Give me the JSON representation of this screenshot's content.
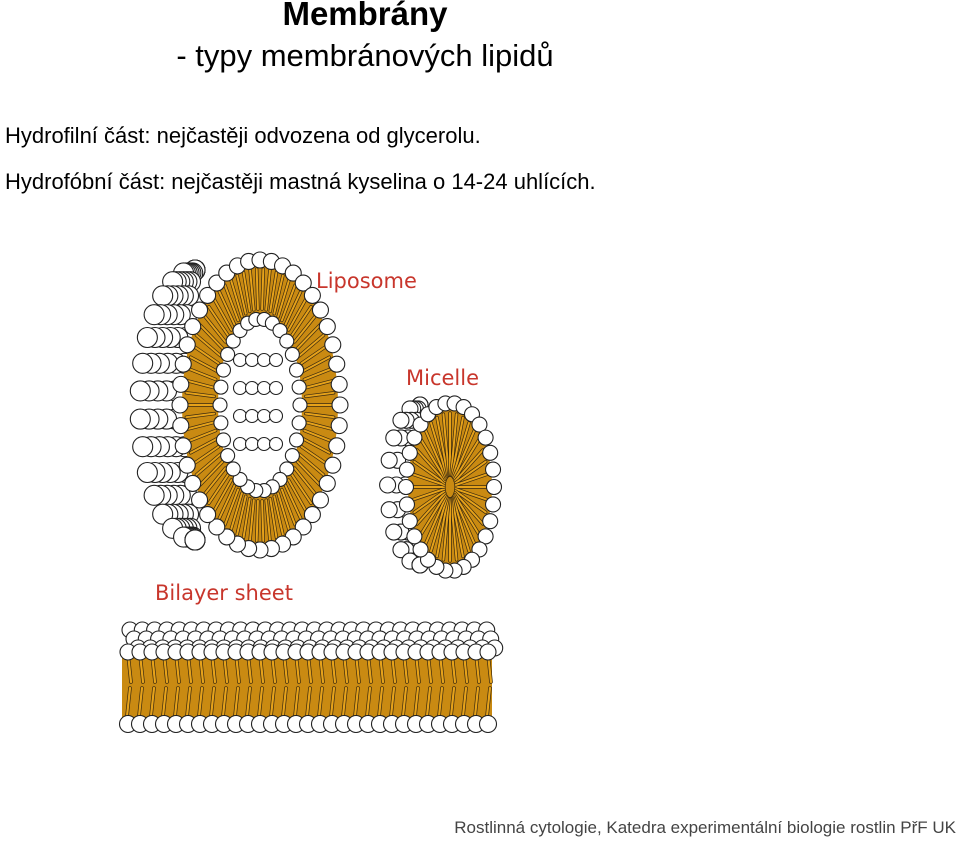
{
  "slide": {
    "title": "Membrány",
    "subtitle": "- typy membránových lipidů",
    "lines": [
      "Hydrofilní část: nejčastěji odvozena od glycerolu.",
      "Hydrofóbní část: nejčastěji mastná kyselina o 14-24 uhlících."
    ],
    "footer": "Rostlinná cytologie, Katedra experimentální biologie rostlin PřF UK"
  },
  "figure": {
    "labels": {
      "liposome": "Liposome",
      "micelle": "Micelle",
      "bilayer": "Bilayer sheet"
    },
    "colors": {
      "label": "#c8362c",
      "head_fill": "#ffffff",
      "head_stroke": "#222222",
      "tail": "#e6a21a",
      "tail_dark": "#3a2a10",
      "core": "#c98a12"
    }
  }
}
